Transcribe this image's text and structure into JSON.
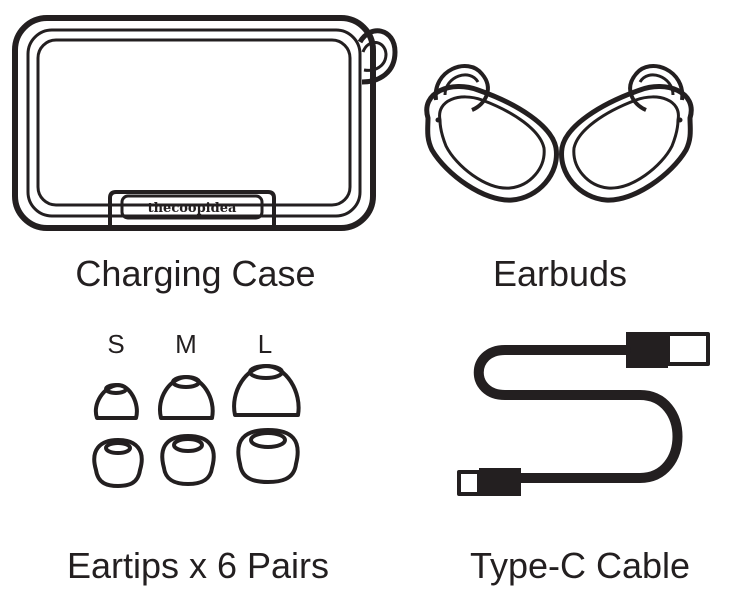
{
  "items": {
    "case": {
      "label": "Charging Case",
      "brand": "thecoopidea"
    },
    "earbuds": {
      "label": "Earbuds"
    },
    "eartips": {
      "label": "Eartips x 6 Pairs",
      "sizes": [
        "S",
        "M",
        "L"
      ]
    },
    "cable": {
      "label": "Type-C Cable"
    }
  },
  "colors": {
    "ink": "#231f20",
    "background": "#ffffff"
  }
}
